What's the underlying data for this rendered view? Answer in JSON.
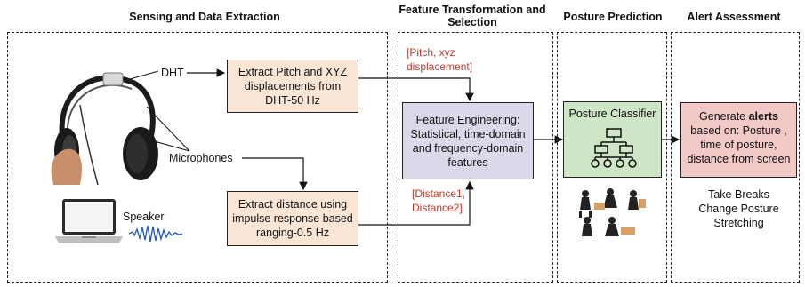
{
  "stages": {
    "sensing": "Sensing and Data Extraction",
    "feature": "Feature Transformation and Selection",
    "posture": "Posture Prediction",
    "alert": "Alert Assessment"
  },
  "labels": {
    "dht": "DHT",
    "microphones": "Microphones",
    "speaker": "Speaker",
    "pitch_xyz": "[Pitch, xyz displacement]",
    "distance": "[Distance1, Distance2]"
  },
  "boxes": {
    "extract_pitch": "Extract Pitch and XYZ displacements from DHT-50 Hz",
    "extract_distance": "Extract distance using impulse response based ranging-0.5 Hz",
    "feature_engineering": "Feature Engineering: Statistical, time-domain and frequency-domain features",
    "posture_classifier": "Posture Classifier",
    "generate_prefix": "Generate ",
    "generate_bold": "alerts",
    "generate_rest": "based on: Posture , time of posture, distance from screen"
  },
  "actions": {
    "line1": "Take Breaks",
    "line2": "Change Posture",
    "line3": "Stretching"
  },
  "colors": {
    "peach": "#fbe6d6",
    "lavender": "#dcd8ea",
    "green": "#cfe6c6",
    "pink": "#f3c9c8",
    "red_text": "#c0392b"
  },
  "icons": [
    "headphones-icon",
    "laptop-icon",
    "sound-wave-icon",
    "hierarchy-icon",
    "posture-illustrations-icon"
  ]
}
